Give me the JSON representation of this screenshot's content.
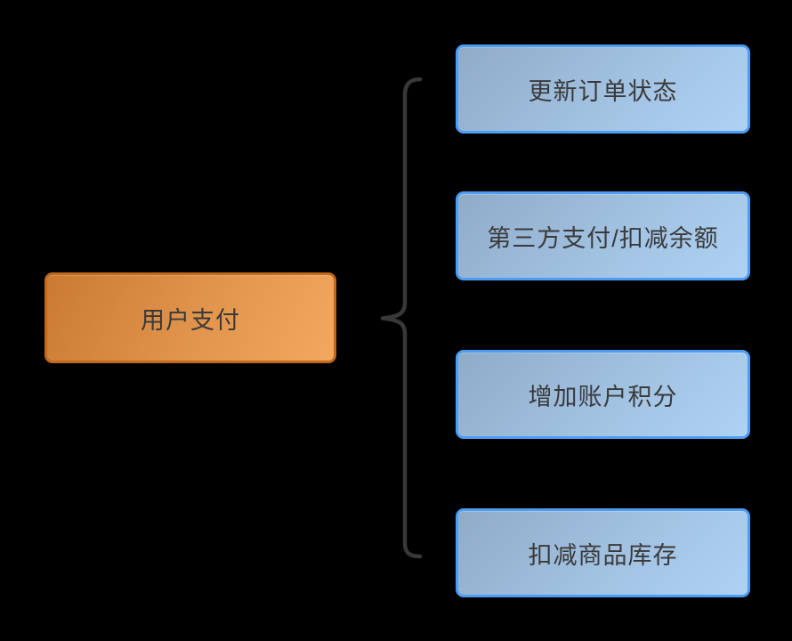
{
  "diagram": {
    "root": {
      "label": "用户支付"
    },
    "children": [
      {
        "label": "更新订单状态"
      },
      {
        "label": "第三方支付/扣减余额"
      },
      {
        "label": "增加账户积分"
      },
      {
        "label": "扣减商品库存"
      }
    ],
    "connector": {
      "type": "curly-brace-left"
    },
    "colors": {
      "background": "#000000",
      "root_border": "#c2691b",
      "root_gradient_start": "#ca7a33",
      "root_gradient_end": "#f4a75f",
      "child_border": "#4d9df5",
      "child_gradient_start": "#8fabc8",
      "child_gradient_end": "#aed2f4",
      "text": "#3a3a3a",
      "brace": "#383838"
    }
  }
}
